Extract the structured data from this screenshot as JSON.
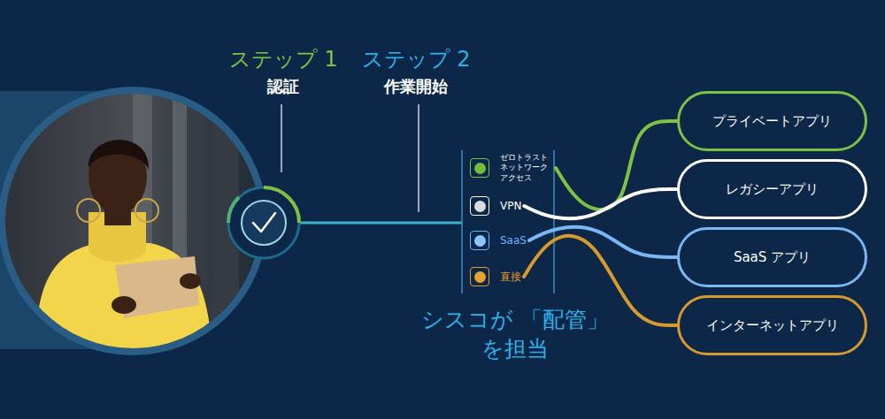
{
  "diagram": {
    "nodes": [
      {
        "text": [
          "ゼロトラスト ネットワーク アクセス"
        ]
      },
      {
        "text": [
          "VPN"
        ]
      },
      {
        "text": [
          "SaaS"
        ]
      },
      {
        "text": [
          "直接"
        ]
      },
      {
        "text": [
          "プライベートアプリ"
        ]
      },
      {
        "text": [
          "レガシーアプリ"
        ]
      },
      {
        "text": [
          "SaaS アプリ"
        ]
      },
      {
        "text": [
          "インターネットアプリ"
        ]
      }
    ],
    "edges": [
      {
        "from": 0,
        "to": 4,
        "arrow": "none"
      },
      {
        "from": 1,
        "to": 5,
        "arrow": "none"
      },
      {
        "from": 2,
        "to": 6,
        "arrow": "none"
      },
      {
        "from": 3,
        "to": 7,
        "arrow": "none"
      }
    ],
    "labels": [
      "ステップ 1",
      "認証",
      "ステップ 2",
      "作業開始",
      "シスコが 「配管」を担当"
    ]
  }
}
